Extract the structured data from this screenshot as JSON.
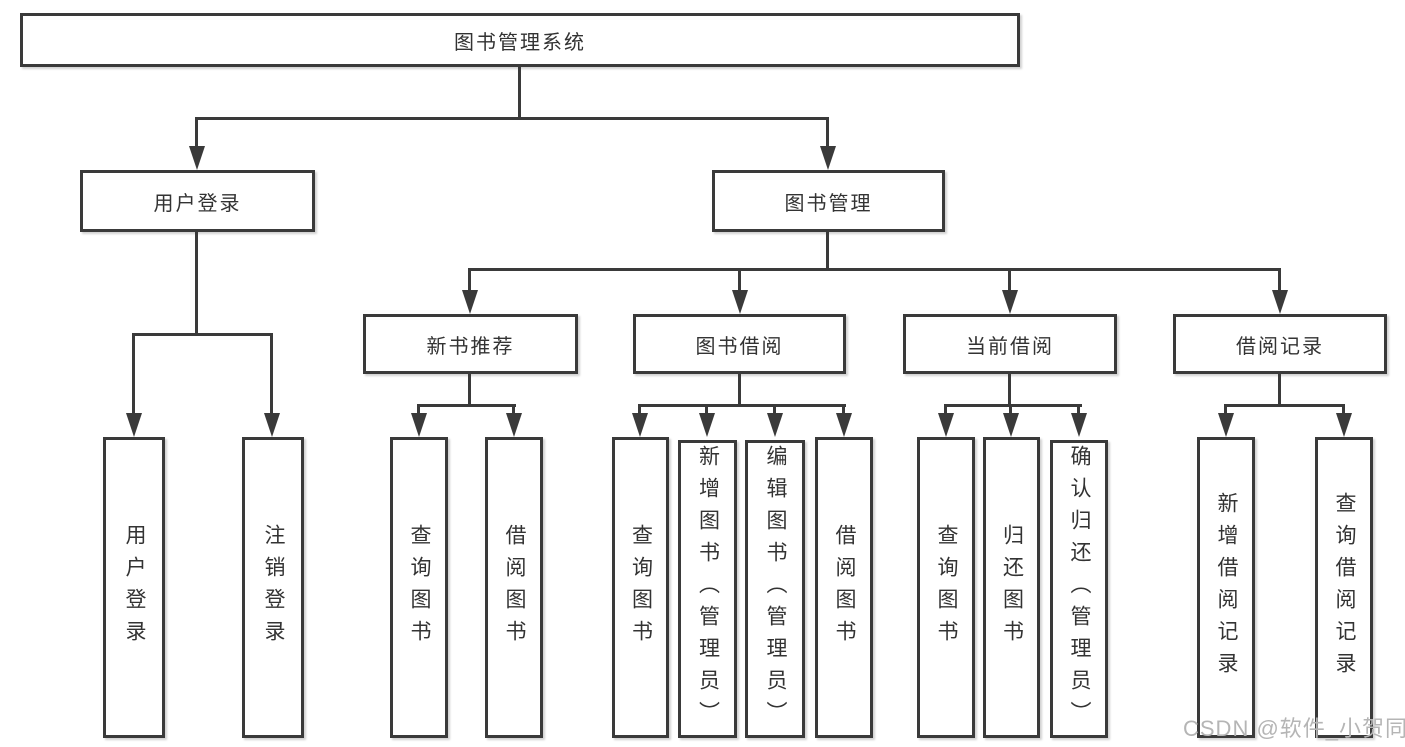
{
  "nodes": {
    "root": "图书管理系统",
    "user_login": "用户登录",
    "book_mgmt": "图书管理",
    "new_book_rec": "新书推荐",
    "book_borrow": "图书借阅",
    "current_borrow": "当前借阅",
    "borrow_records": "借阅记录",
    "leaf_user_login": "用户登录",
    "leaf_logout": "注销登录",
    "leaf_rec_query_book": "查询图书",
    "leaf_rec_borrow_book": "借阅图书",
    "leaf_bb_query_book": "查询图书",
    "leaf_bb_add_book": "新增图书（管理员）",
    "leaf_bb_edit_book": "编辑图书（管理员）",
    "leaf_bb_borrow_book": "借阅图书",
    "leaf_cb_query_book": "查询图书",
    "leaf_cb_return_book": "归还图书",
    "leaf_cb_confirm_return": "确认归还（管理员）",
    "leaf_br_add_record": "新增借阅记录",
    "leaf_br_query_record": "查询借阅记录"
  },
  "watermark": "CSDN @软件_小贺同学",
  "colors": {
    "line": "#3a3a3a",
    "text": "#333333",
    "watermark": "#b5b5b5",
    "background": "#ffffff"
  }
}
